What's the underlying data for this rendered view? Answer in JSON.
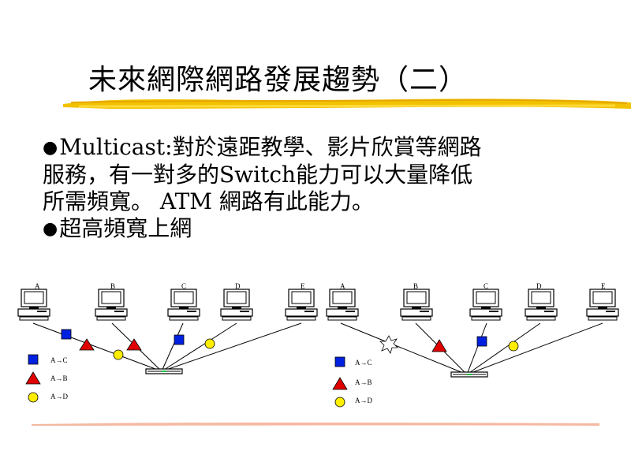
{
  "slide": {
    "title": "未來網際網路發展趨勢（二）",
    "paragraphs": [
      {
        "bullet": "●",
        "lines": [
          "Multicast:對於遠距教學、影片欣賞等網路",
          "服務，有一對多的Switch能力可以大量降低",
          "所需頻寬。 ATM  網路有此能力。"
        ]
      },
      {
        "bullet": "●",
        "lines": [
          "超高頻寬上網"
        ]
      }
    ]
  },
  "diagrams": {
    "left": {
      "node_labels": [
        "A",
        "B",
        "C",
        "D",
        "E"
      ],
      "legend": [
        {
          "shape": "square",
          "text": "A→C"
        },
        {
          "shape": "triangle",
          "text": "A→B"
        },
        {
          "shape": "circle",
          "text": "A→D"
        }
      ]
    },
    "right": {
      "node_labels": [
        "A",
        "B",
        "C",
        "D",
        "E"
      ],
      "legend": [
        {
          "shape": "square",
          "text": "A→C"
        },
        {
          "shape": "triangle",
          "text": "A→B"
        },
        {
          "shape": "circle",
          "text": "A→D"
        }
      ]
    }
  },
  "colors": {
    "square": "#0020e0",
    "triangle": "#e00000",
    "circle": "#ffee00",
    "highlight": "#f2c200",
    "bottom_rule": "#f5b8a0",
    "switch_led": "#00c040"
  },
  "icons": [
    "computer-icon",
    "switch-icon",
    "star-icon"
  ]
}
